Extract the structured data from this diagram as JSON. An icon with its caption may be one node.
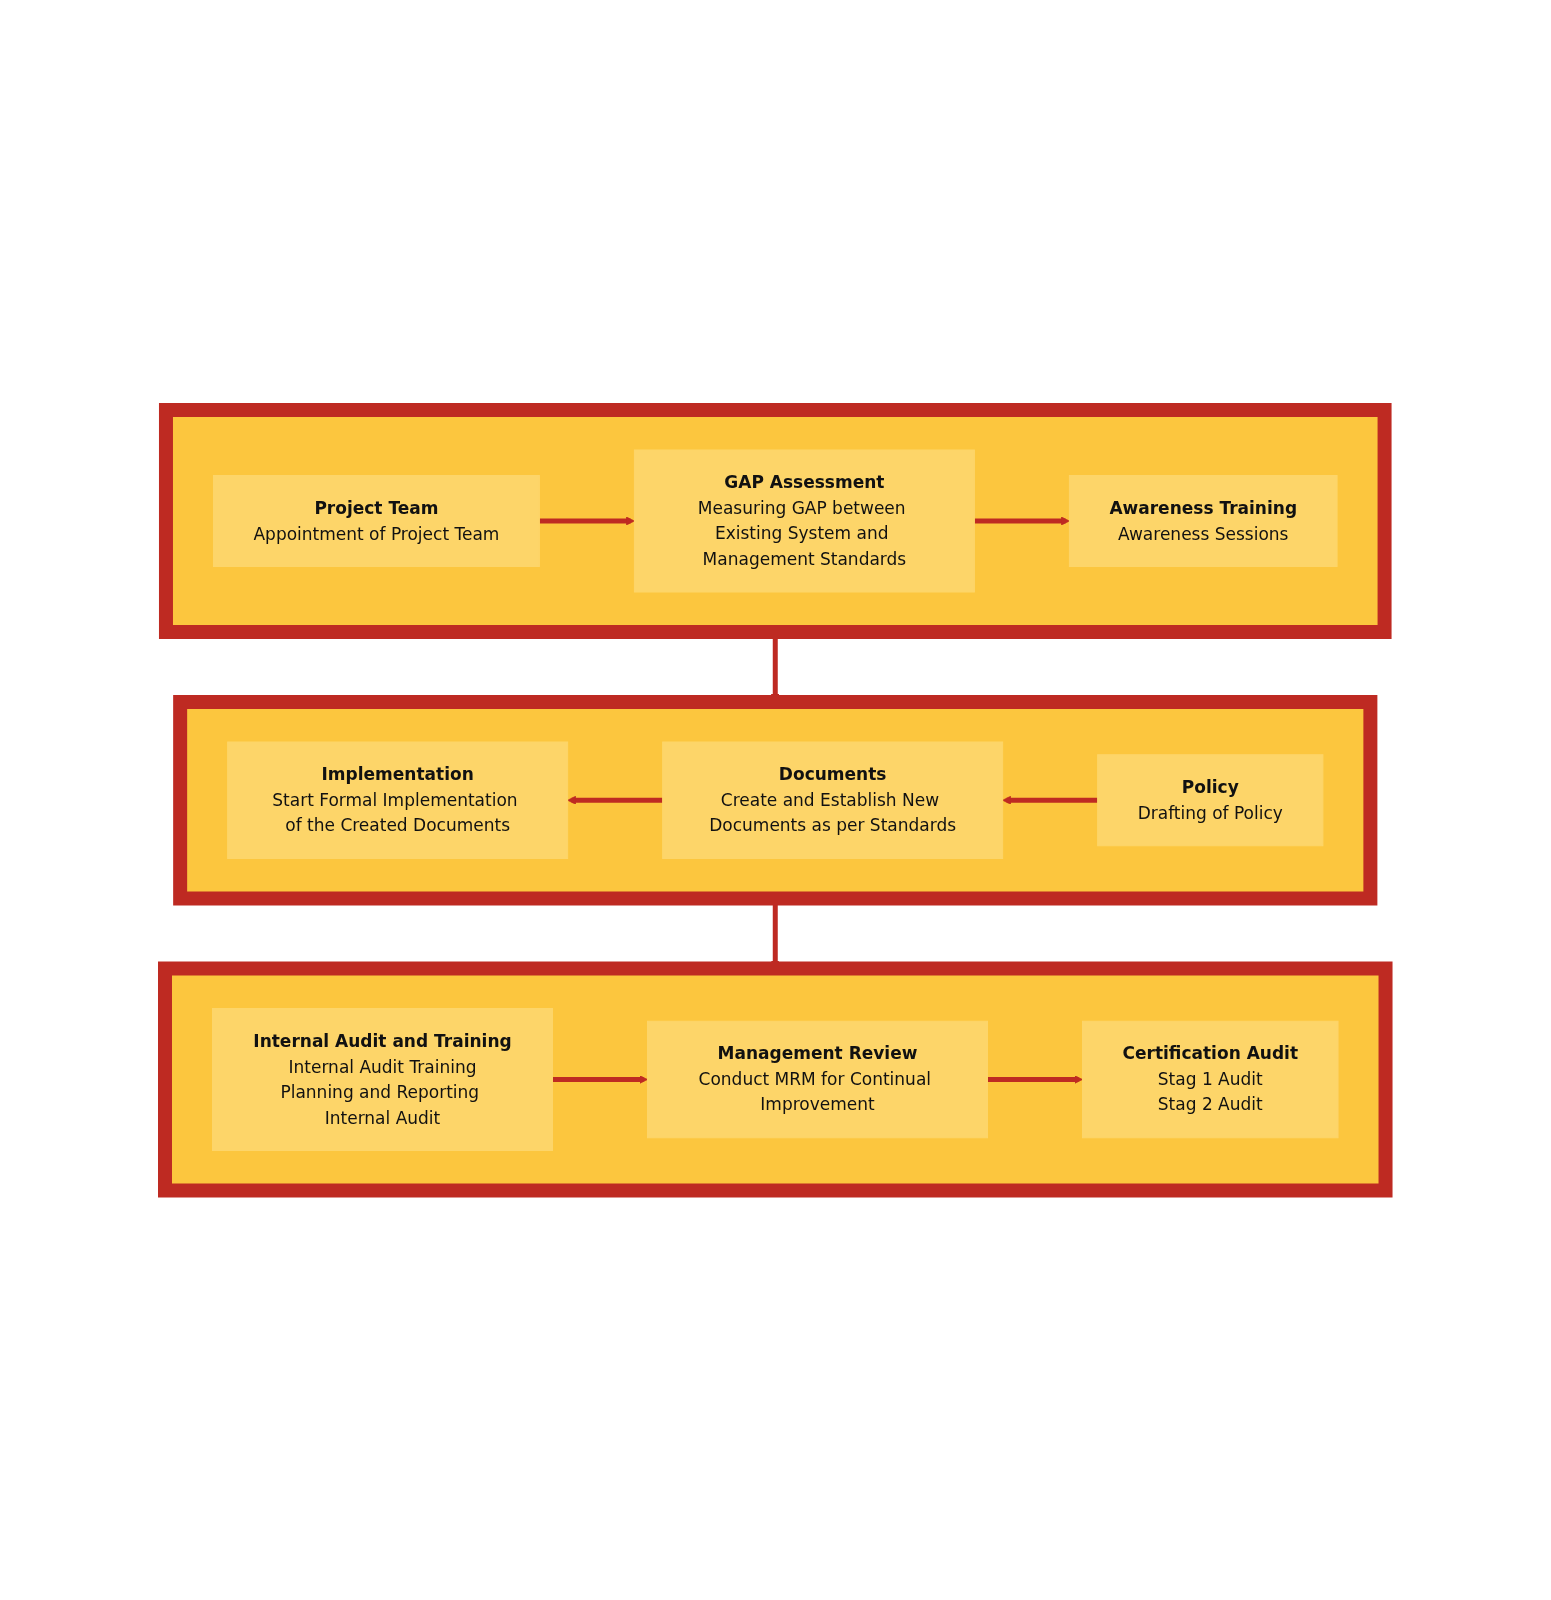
{
  "diagram": {
    "nodes": [
      {
        "text": [],
        "shape": "box"
      },
      {
        "text": [
          "Project Team",
          "Appointment of Project Team"
        ],
        "in": 0
      },
      {
        "text": [
          "GAP Assessment",
          "Measuring GAP between Existing System and Management Standards"
        ],
        "in": 0
      },
      {
        "text": [
          "Awareness Training",
          "Awareness Sessions"
        ],
        "in": 0
      },
      {
        "text": [],
        "shape": "box"
      },
      {
        "text": [
          "Implementation",
          "Start Formal Implementation of the Created Documents"
        ],
        "in": 4
      },
      {
        "text": [
          "Documents",
          "Create and Establish New Documents as per Standards"
        ],
        "in": 4
      },
      {
        "text": [
          "Policy",
          "Drafting of Policy"
        ],
        "in": 4
      },
      {
        "text": [],
        "shape": "box"
      },
      {
        "text": [
          "Internal Audit and Training",
          "Internal Audit Training",
          "Planning and Reporting Internal Audit"
        ],
        "in": 8
      },
      {
        "text": [
          "Management Review",
          "Conduct MRM for Continual Improvement"
        ],
        "in": 8
      },
      {
        "text": [
          "Certification Audit",
          "Stag 1 Audit",
          "Stag 2 Audit"
        ],
        "in": 8
      }
    ],
    "edges": [
      {
        "from": 1,
        "to": 2,
        "arrow": "to"
      },
      {
        "from": 2,
        "to": 3,
        "arrow": "to"
      },
      {
        "from": 0,
        "to": 4,
        "arrow": "to"
      },
      {
        "from": 7,
        "to": 6,
        "arrow": "to"
      },
      {
        "from": 6,
        "to": 5,
        "arrow": "to"
      },
      {
        "from": 4,
        "to": 8,
        "arrow": "to"
      },
      {
        "from": 9,
        "to": 10,
        "arrow": "to"
      },
      {
        "from": 10,
        "to": 11,
        "arrow": "to"
      }
    ]
  }
}
